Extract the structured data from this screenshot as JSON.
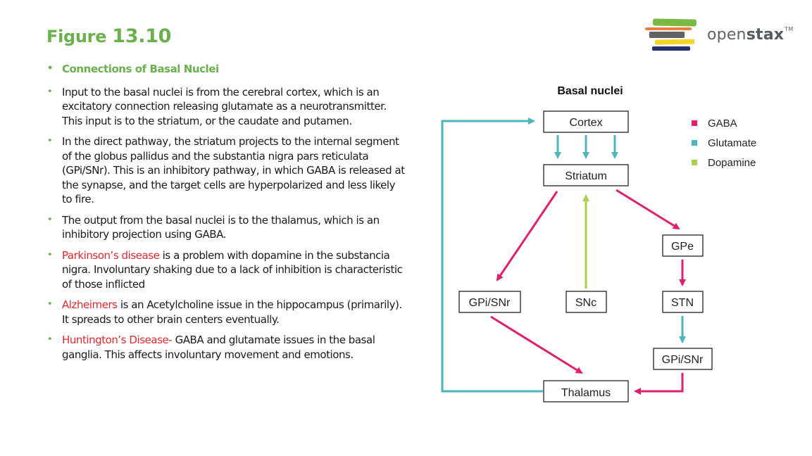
{
  "slide": {
    "title_word": "Figure",
    "title_number": "13.10"
  },
  "logo": {
    "brand_light": "open",
    "brand_bold": "stax",
    "trademark": "TM",
    "stripe_colors": [
      "#78b843",
      "#f07b3f",
      "#5f6368",
      "#f5d327",
      "#24306d"
    ]
  },
  "bullets": [
    {
      "segments": [
        {
          "text": "Connections of Basal Nuclei",
          "style": "heading"
        }
      ]
    },
    {
      "segments": [
        {
          "text": "Input to the basal nuclei is from the cerebral cortex, which is an excitatory connection releasing glutamate as a neurotransmitter. This input is to the striatum, or the caudate and putamen.",
          "style": "normal"
        }
      ]
    },
    {
      "segments": [
        {
          "text": "In the direct pathway, the striatum projects to the internal segment of the globus pallidus and the substantia nigra pars reticulata (GPi/SNr). This is an inhibitory pathway, in which GABA is released at the synapse, and the target cells are hyperpolarized and less likely to fire.",
          "style": "normal"
        }
      ]
    },
    {
      "segments": [
        {
          "text": "The output from the basal nuclei is to the thalamus, which is an inhibitory projection using GABA.",
          "style": "normal"
        }
      ]
    },
    {
      "segments": [
        {
          "text": "Parkinson’s disease",
          "style": "red"
        },
        {
          "text": " is a problem with dopamine in the substancia nigra. Involuntary shaking due to a lack of inhibition is characteristic of those inflicted",
          "style": "normal"
        }
      ]
    },
    {
      "segments": [
        {
          "text": "Alzheimers",
          "style": "red"
        },
        {
          "text": " is an Acetylcholine issue in the hippocampus (primarily). It spreads to other brain centers eventually.",
          "style": "normal"
        }
      ]
    },
    {
      "segments": [
        {
          "text": "Huntington’s Disease-",
          "style": "red"
        },
        {
          "text": " GABA and glutamate issues in the basal ganglia. This affects involuntary movement and emotions.",
          "style": "normal"
        }
      ]
    }
  ],
  "diagram": {
    "title": "Basal nuclei",
    "colors": {
      "gaba": "#e0206e",
      "glutamate": "#4db5bd",
      "dopamine": "#a8d048"
    },
    "legend": [
      {
        "label": "GABA",
        "key": "gaba"
      },
      {
        "label": "Glutamate",
        "key": "glutamate"
      },
      {
        "label": "Dopamine",
        "key": "dopamine"
      }
    ],
    "nodes": {
      "cortex": "Cortex",
      "striatum": "Striatum",
      "gpe": "GPe",
      "gpi_snr_left": "GPi/SNr",
      "snc": "SNc",
      "stn": "STN",
      "gpi_snr_right": "GPi/SNr",
      "thalamus": "Thalamus"
    },
    "connections": [
      {
        "from": "cortex",
        "to": "striatum",
        "type": "glutamate",
        "count": 3
      },
      {
        "from": "striatum",
        "to": "gpi_snr_left",
        "type": "gaba"
      },
      {
        "from": "snc",
        "to": "striatum",
        "type": "dopamine"
      },
      {
        "from": "striatum",
        "to": "gpe",
        "type": "gaba"
      },
      {
        "from": "gpe",
        "to": "stn",
        "type": "gaba"
      },
      {
        "from": "stn",
        "to": "gpi_snr_right",
        "type": "glutamate"
      },
      {
        "from": "gpi_snr_left",
        "to": "thalamus",
        "type": "gaba"
      },
      {
        "from": "gpi_snr_right",
        "to": "thalamus",
        "type": "gaba"
      },
      {
        "from": "thalamus",
        "to": "cortex",
        "type": "glutamate"
      }
    ]
  }
}
